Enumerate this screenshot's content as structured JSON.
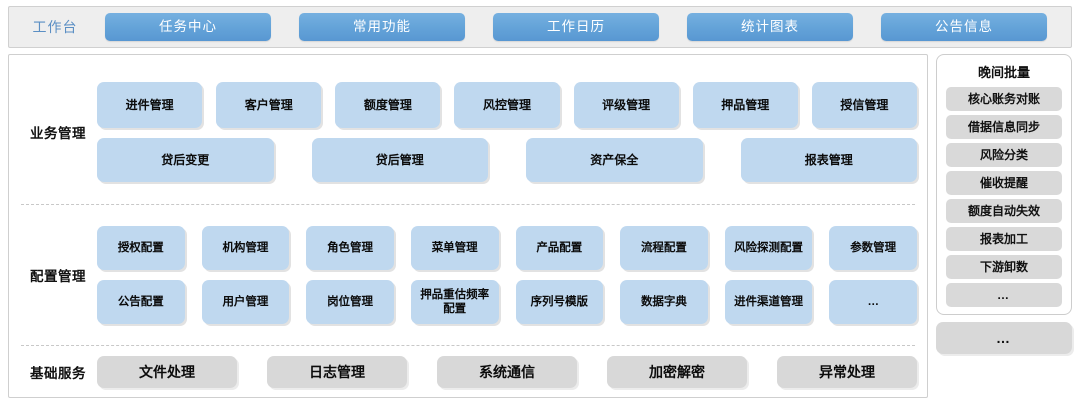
{
  "topbar": {
    "label": "工作台",
    "tabs": [
      {
        "label": "任务中心"
      },
      {
        "label": "常用功能"
      },
      {
        "label": "工作日历"
      },
      {
        "label": "统计图表"
      },
      {
        "label": "公告信息"
      }
    ],
    "colors": {
      "tab_bg": "#65a4d9",
      "label_color": "#5b8fc4",
      "bar_bg": "#eeeeee"
    }
  },
  "sections": [
    {
      "label": "业务管理",
      "rows": [
        [
          "进件管理",
          "客户管理",
          "额度管理",
          "风控管理",
          "评级管理",
          "押品管理",
          "授信管理"
        ],
        [
          "贷后变更",
          "贷后管理",
          "资产保全",
          "报表管理"
        ]
      ]
    },
    {
      "label": "配置管理",
      "rows": [
        [
          "授权配置",
          "机构管理",
          "角色管理",
          "菜单管理",
          "产品配置",
          "流程配置",
          "风险探测配置",
          "参数管理"
        ],
        [
          "公告配置",
          "用户管理",
          "岗位管理",
          "押品重估频率配置",
          "序列号模版",
          "数据字典",
          "进件渠道管理",
          "…"
        ]
      ]
    },
    {
      "label": "基础服务",
      "rows": [
        [
          "文件处理",
          "日志管理",
          "系统通信",
          "加密解密",
          "异常处理"
        ]
      ]
    }
  ],
  "batch_panel": {
    "title": "晚间批量",
    "items": [
      "核心账务对账",
      "借据信息同步",
      "风险分类",
      "催收提醒",
      "额度自动失效",
      "报表加工",
      "下游卸数",
      "…"
    ],
    "colors": {
      "item_bg": "#d9d9d9"
    }
  },
  "right_tail": {
    "label": "…"
  },
  "palette": {
    "chip_blue": "#bfd8ef",
    "chip_gray": "#d8d8d8",
    "page_bg": "#ffffff",
    "border": "#cfcfcf"
  }
}
